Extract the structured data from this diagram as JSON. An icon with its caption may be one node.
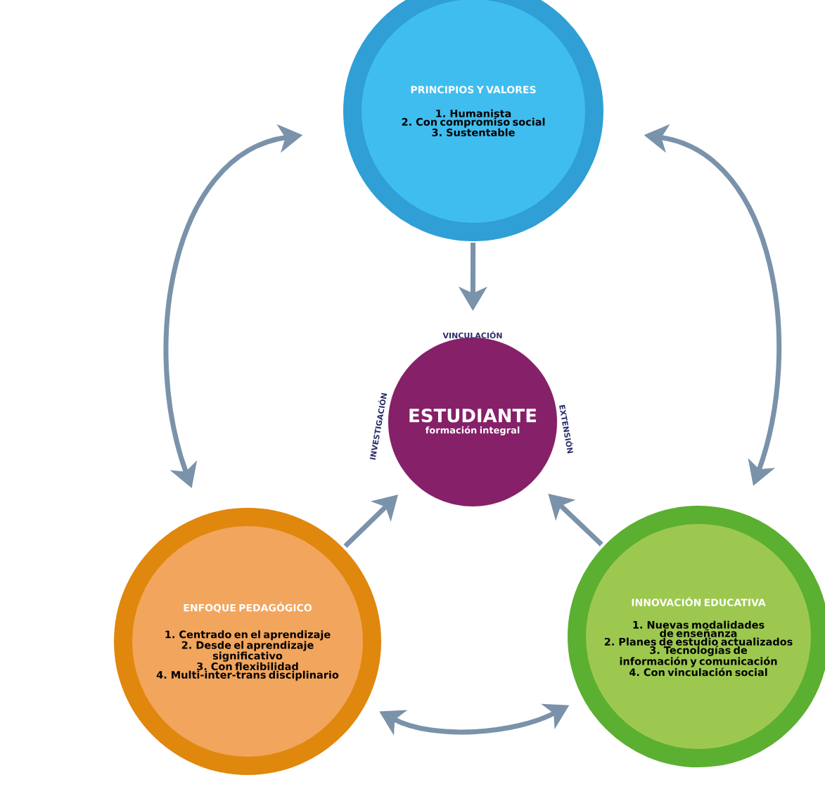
{
  "diagram": {
    "nodes": [
      {
        "text": [
          "PRINCIPIOS Y VALORES",
          "1. Humanista",
          "2. Con compromiso social",
          "3. Sustentable"
        ]
      },
      {
        "text": [
          "ESTUDIANTE",
          "formación integral"
        ],
        "beside": [
          "VINCULACIÓN",
          "INVESTIGACIÓN",
          "EXTENSIÓN"
        ]
      },
      {
        "text": [
          "ENFOQUE PEDAGÓGICO",
          "1. Centrado en el aprendizaje",
          "2. Desde el aprendizaje significativo",
          "3. Con flexibilidad",
          "4. Multi-inter-trans disciplinario"
        ]
      },
      {
        "text": [
          "INNOVACIÓN EDUCATIVA",
          "1. Nuevas modalidades de enseñanza",
          "2. Planes de estudio actualizados",
          "3. Tecnologías de información y comunicación",
          "4. Con vinculación social"
        ]
      }
    ],
    "edges": [
      {
        "from": 0,
        "to": 1,
        "arrow": "to"
      },
      {
        "from": 2,
        "to": 1,
        "arrow": "to"
      },
      {
        "from": 3,
        "to": 1,
        "arrow": "to"
      },
      {
        "from": 0,
        "to": 2,
        "arrow": "both"
      },
      {
        "from": 0,
        "to": 3,
        "arrow": "both"
      },
      {
        "from": 2,
        "to": 3,
        "arrow": "both"
      }
    ]
  }
}
